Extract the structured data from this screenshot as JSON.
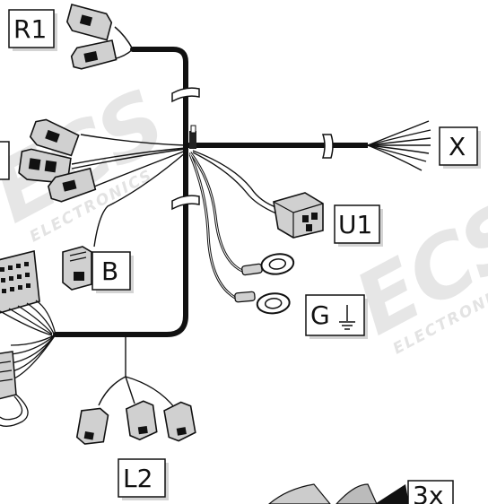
{
  "labels": {
    "r1": "R1",
    "x": "X",
    "u1": "U1",
    "b": "B",
    "g": "G",
    "l2": "L2",
    "qty": "3x"
  },
  "watermark": {
    "brand": "ECS",
    "sub": "ELECTRONICS"
  },
  "icons": {
    "ground": "ground-symbol-icon"
  },
  "colors": {
    "wire": "#111111",
    "connector_fill": "#d0d0d0",
    "watermark": "#e6e6e6"
  }
}
